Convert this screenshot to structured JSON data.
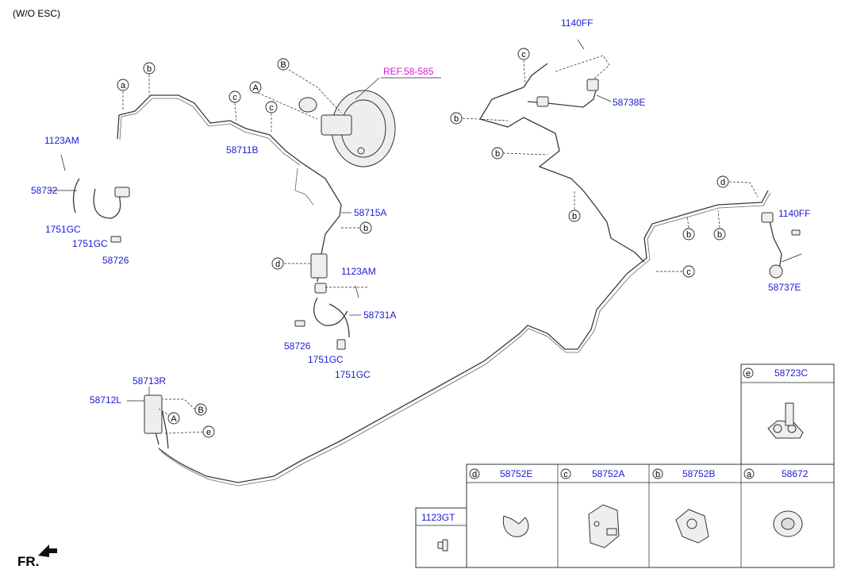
{
  "header": {
    "variant_note": "(W/O ESC)"
  },
  "footer": {
    "direction_label": "FR."
  },
  "part_labels": {
    "p1140FF_top": "1140FF",
    "p58738E": "58738E",
    "ref": "REF.58-585",
    "p1123AM_left": "1123AM",
    "p58732": "58732",
    "p1751GC_a": "1751GC",
    "p1751GC_b": "1751GC",
    "p58726_left": "58726",
    "p58711B": "58711B",
    "p58715A": "58715A",
    "p1123AM_mid": "1123AM",
    "p58731A": "58731A",
    "p58726_mid": "58726",
    "p1751GC_c": "1751GC",
    "p1751GC_d": "1751GC",
    "p1140FF_right": "1140FF",
    "p58737E": "58737E",
    "p58713R": "58713R",
    "p58712L": "58712L"
  },
  "callouts": {
    "a": "a",
    "b": "b",
    "c": "c",
    "d": "d",
    "e": "e",
    "A": "A",
    "B": "B"
  },
  "legend": {
    "e": {
      "letter": "e",
      "part": "58723C"
    },
    "d": {
      "letter": "d",
      "part": "58752E"
    },
    "c": {
      "letter": "c",
      "part": "58752A"
    },
    "b": {
      "letter": "b",
      "part": "58752B"
    },
    "a": {
      "letter": "a",
      "part": "58672"
    },
    "bolt": {
      "part": "1123GT"
    }
  },
  "colors": {
    "part_label": "#1a1ad6",
    "ref_label": "#d61ad6"
  }
}
